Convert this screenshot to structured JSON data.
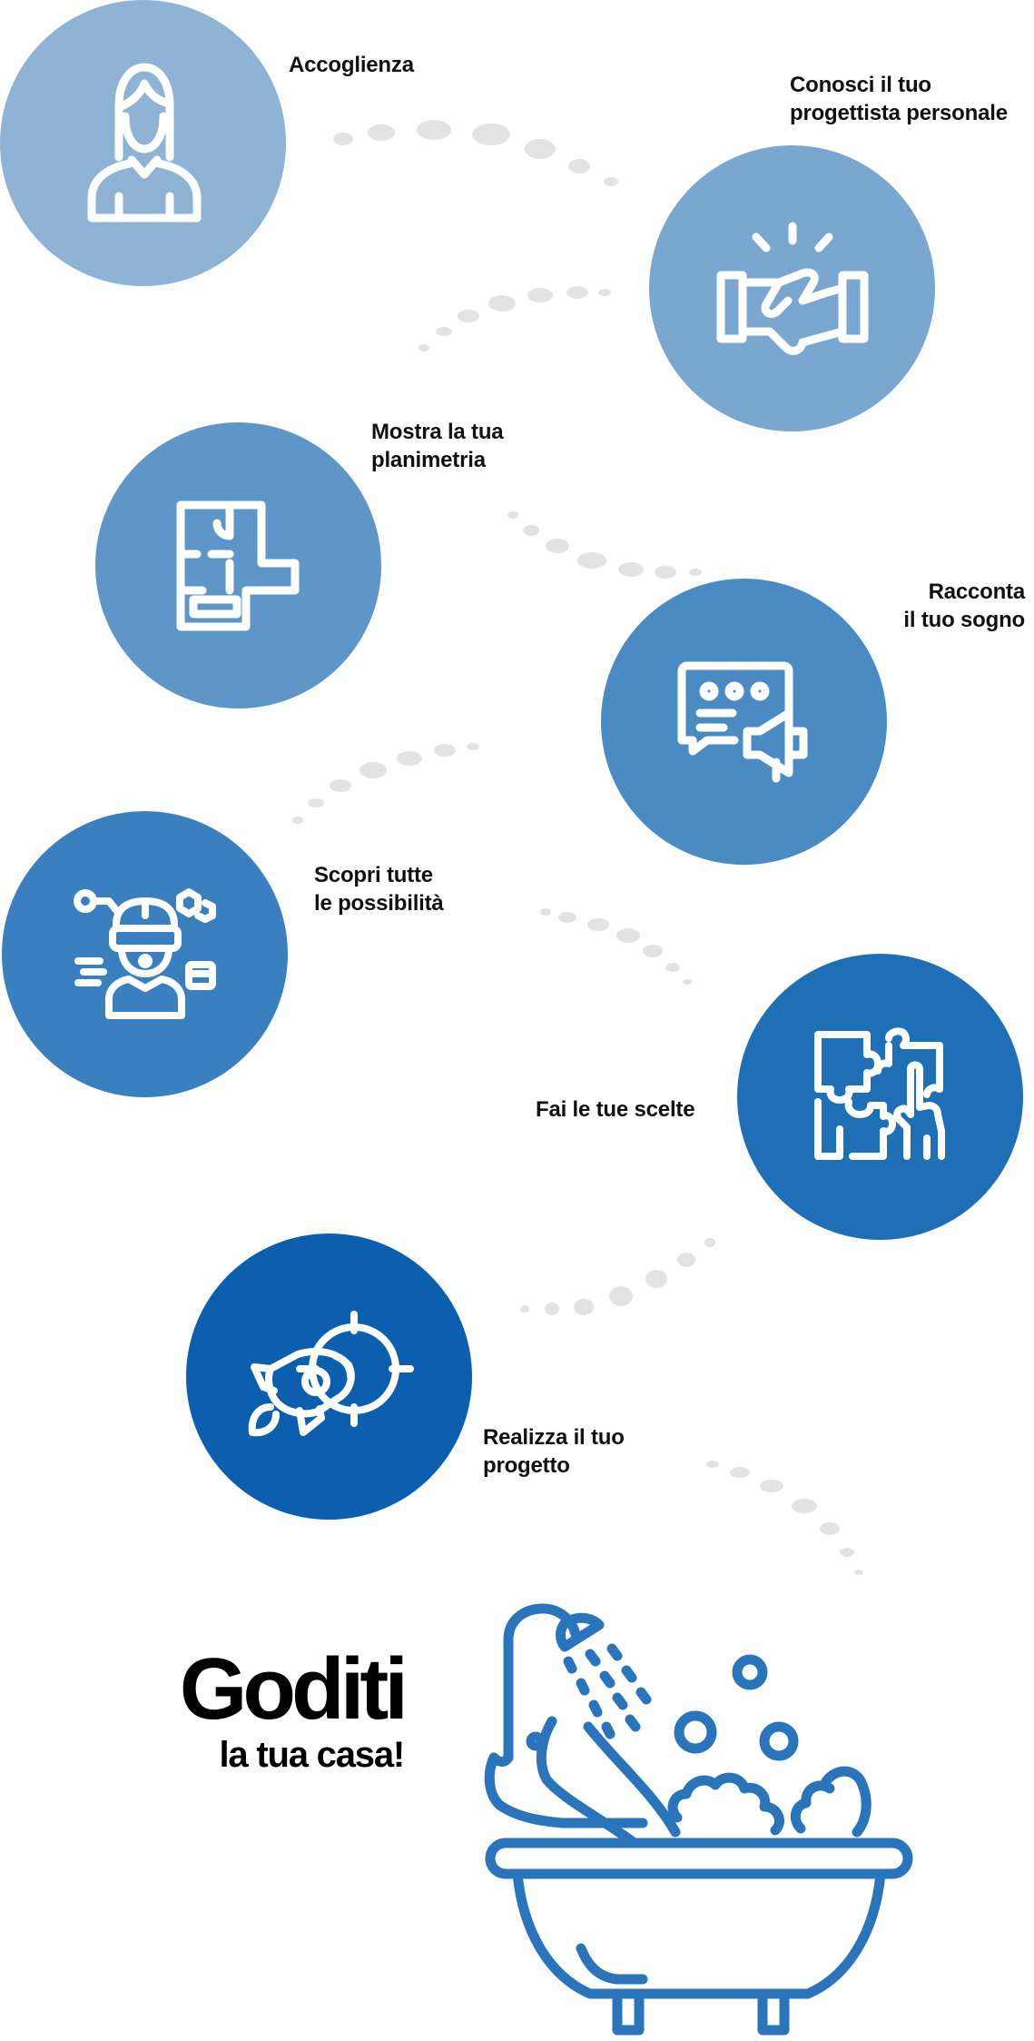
{
  "colors": {
    "step1": "#8eb3d4",
    "step2": "#7aa7cf",
    "step3": "#5f96c8",
    "step4": "#4a8bc4",
    "step5": "#3a80bf",
    "step6": "#1f6fb6",
    "step7": "#0b5fae",
    "bath_blue": "#2a74bb",
    "dot_gray": "#e3e3e3"
  },
  "steps": [
    {
      "label": "Accoglienza",
      "icon": "woman-icon"
    },
    {
      "label": "Conosci il tuo\nprogettista personale",
      "icon": "handshake-icon"
    },
    {
      "label": "Mostra la tua\nplanimetria",
      "icon": "floor-plan-icon"
    },
    {
      "label": "Racconta\nil tuo sogno",
      "icon": "chat-megaphone-icon"
    },
    {
      "label": "Scopri tutte\nle possibilità",
      "icon": "vr-person-icon"
    },
    {
      "label": "Fai le tue scelte",
      "icon": "puzzle-hand-icon"
    },
    {
      "label": "Realizza il tuo\nprogetto",
      "icon": "rocket-target-icon"
    }
  ],
  "headline": {
    "big": "Goditi",
    "small": "la tua casa!"
  },
  "illustration": {
    "icon": "bathtub-shower-icon"
  }
}
